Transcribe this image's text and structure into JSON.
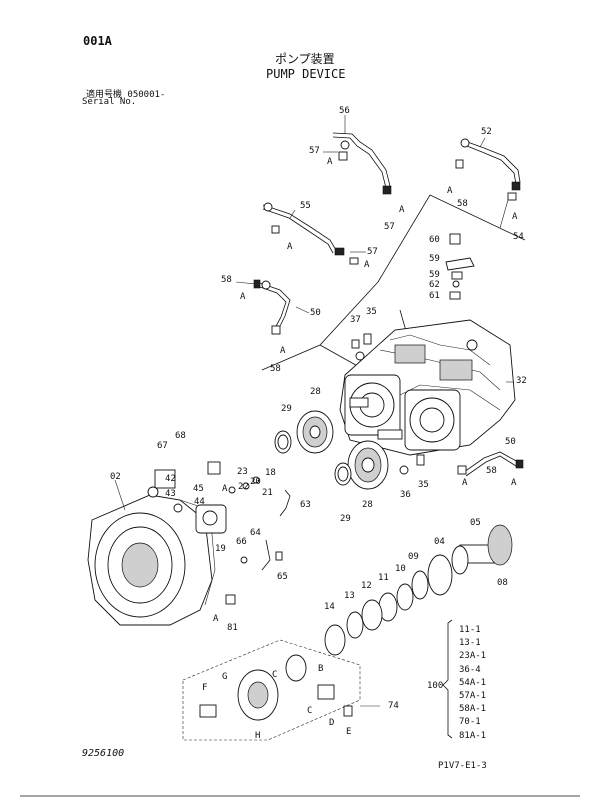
{
  "header": {
    "page_code": "001A",
    "title_jp": "ポンプ装置",
    "title_en": "PUMP DEVICE",
    "serial_jp": "適用号機  050001-",
    "serial_en": "Serial No."
  },
  "footer": {
    "drawing_number": "9256100",
    "sheet_ref": "P1V7-E1-3"
  },
  "callouts": {
    "c56": "56",
    "c57a": "57",
    "c57b": "57",
    "c57c": "57",
    "c55": "55",
    "c52": "52",
    "c58a": "58",
    "c58b": "58",
    "c58c": "58",
    "c58d": "58",
    "c54": "54",
    "c60": "60",
    "c59a": "59",
    "c59b": "59",
    "c62": "62",
    "c61": "61",
    "c50a": "50",
    "c50b": "50",
    "c37": "37",
    "c35a": "35",
    "c35b": "35",
    "c32": "32",
    "c28a": "28",
    "c28b": "28",
    "c29a": "29",
    "c29b": "29",
    "c36": "36",
    "c67": "67",
    "c68": "68",
    "c02": "02",
    "c42": "42",
    "c43": "43",
    "c45": "45",
    "c44": "44",
    "c23": "23",
    "c22": "22",
    "c20": "20",
    "c18": "18",
    "c21": "21",
    "c63": "63",
    "c19": "19",
    "c64": "64",
    "c66": "66",
    "c65": "65",
    "c81": "81",
    "c05": "05",
    "c04": "04",
    "c09": "09",
    "c08": "08",
    "c10": "10",
    "c11": "11",
    "c12": "12",
    "c13": "13",
    "c14": "14",
    "c74": "74"
  },
  "letters": {
    "A1": "A",
    "A2": "A",
    "A3": "A",
    "A4": "A",
    "A5": "A",
    "A6": "A",
    "A7": "A",
    "A8": "A",
    "A9": "A",
    "A10": "A",
    "A11": "A",
    "A12": "A",
    "B": "B",
    "C1": "C",
    "C2": "C",
    "D": "D",
    "E": "E",
    "F": "F",
    "G": "G",
    "H": "H"
  },
  "kit": {
    "label": "100",
    "items": [
      "11-1",
      "13-1",
      "23A-1",
      "36-4",
      "54A-1",
      "57A-1",
      "58A-1",
      "70-1",
      "81A-1"
    ]
  }
}
